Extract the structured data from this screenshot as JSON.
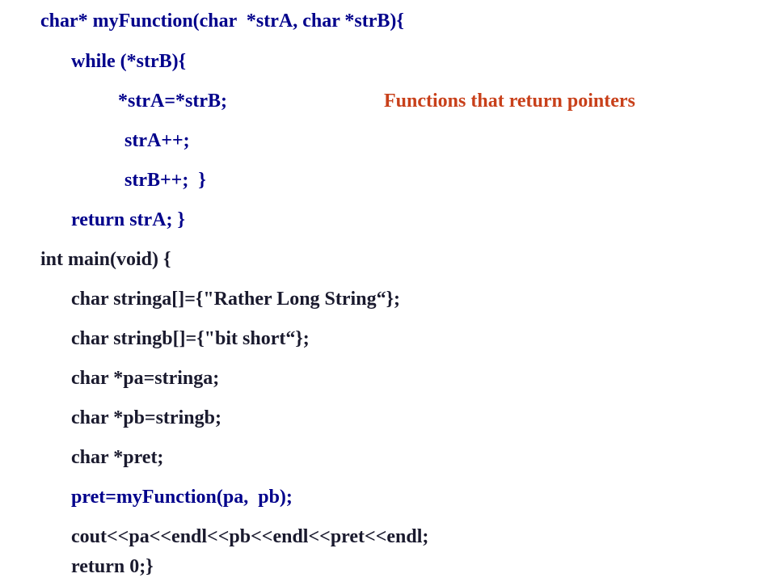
{
  "slide": {
    "note": "Functions that return pointers",
    "code": [
      "char* myFunction(char  *strA, char *strB){",
      "while (*strB){",
      "*strA=*strB;",
      "strA++;",
      "strB++;  }",
      "return strA; }",
      "int main(void) {",
      "char stringa[]={\"Rather Long String“};",
      "char stringb[]={\"bit short“};",
      "char *pa=stringa;",
      "char *pb=stringb;",
      "char *pret;",
      "pret=myFunction(pa,  pb);",
      "cout<<pa<<endl<<pb<<endl<<pret<<endl;",
      "return 0;}"
    ]
  },
  "colors": {
    "code_main": "#00008b",
    "code_body": "#1a1a2e",
    "note": "#c8401a",
    "background": "#ffffff"
  }
}
